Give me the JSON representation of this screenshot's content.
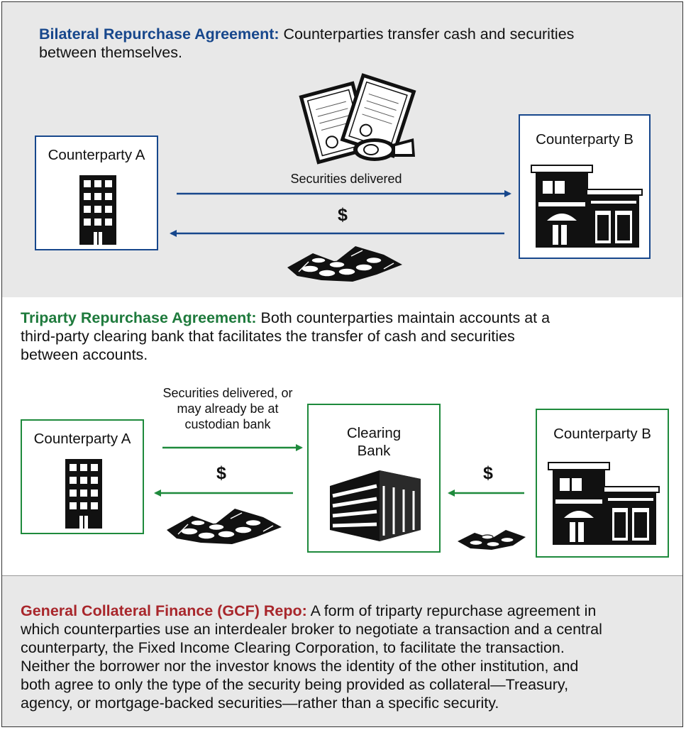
{
  "bilateral": {
    "heading": "Bilateral Repurchase Agreement:",
    "text_line1": " Counterparties transfer cash and securities",
    "text_line2": "between themselves.",
    "counterparty_a": "Counterparty A",
    "counterparty_b": "Counterparty B",
    "securities_label": "Securities delivered",
    "cash_label": "$"
  },
  "triparty": {
    "heading": "Triparty Repurchase Agreement:",
    "text_line1": " Both counterparties maintain accounts at a",
    "text_line2": "third-party clearing bank that facilitates the transfer of cash and securities",
    "text_line3": "between accounts.",
    "counterparty_a": "Counterparty A",
    "counterparty_b": "Counterparty B",
    "clearing_bank_line1": "Clearing",
    "clearing_bank_line2": "Bank",
    "securities_label_line1": "Securities delivered, or",
    "securities_label_line2": "may already be at",
    "securities_label_line3": "custodian bank",
    "cash_label_left": "$",
    "cash_label_right": "$"
  },
  "gcf": {
    "heading": "General Collateral Finance (GCF) Repo:",
    "text_line1": " A form of triparty repurchase agreement in",
    "text_line2": "which counterparties use an interdealer broker to negotiate a transaction and a central",
    "text_line3": "counterparty, the Fixed Income Clearing Corporation, to facilitate the transaction.",
    "text_line4": "Neither the borrower nor the investor knows the identity of the other institution, and",
    "text_line5": "both agree to only the type of the security being provided as collateral—Treasury,",
    "text_line6": "agency, or mortgage-backed securities—rather than a specific security."
  },
  "colors": {
    "bilateral_accent": "#17478c",
    "triparty_accent": "#1e8a3c",
    "gcf_accent": "#a8262b",
    "panel_gray": "#e8e8e8"
  },
  "icons": {
    "office_tower": "office-tower-icon",
    "bank_building": "bank-building-icon",
    "clearing_bank": "clearing-bank-building-icon",
    "securities": "securities-certificates-icon",
    "cash": "cash-pile-icon"
  }
}
